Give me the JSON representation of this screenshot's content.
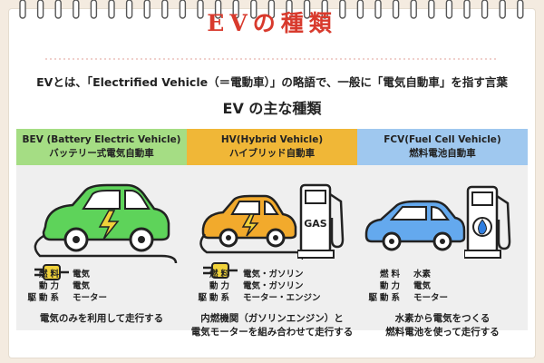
{
  "header": {
    "title": "EVの種類",
    "subtitle": "EVとは、「Electrified Vehicle（＝電動車）」の略語で、一般に「電気自動車」を指す言葉",
    "section_title": "EV の主な種類"
  },
  "columns": [
    {
      "name_en": "BEV (Battery Electric Vehicle)",
      "name_ja": "バッテリー式電気自動車",
      "head_color": "#a5dd84",
      "car_color": "#5ed35a",
      "specs": [
        {
          "label": "燃料",
          "value": "電気"
        },
        {
          "label": "動力",
          "value": "電気"
        },
        {
          "label": "駆動系",
          "value": "モーター"
        }
      ],
      "desc_line1": "電気のみを利用して走行する",
      "desc_line2": ""
    },
    {
      "name_en": "HV(Hybrid Vehicle)",
      "name_ja": "ハイブリッド自動車",
      "head_color": "#f0b737",
      "car_color": "#f2aa2c",
      "pump_label": "GAS",
      "specs": [
        {
          "label": "燃料",
          "value": "電気・ガソリン"
        },
        {
          "label": "動力",
          "value": "電気・ガソリン"
        },
        {
          "label": "駆動系",
          "value": "モーター・エンジン"
        }
      ],
      "desc_line1": "内燃機関（ガソリンエンジン）と",
      "desc_line2": "電気モーターを組み合わせて走行する"
    },
    {
      "name_en": "FCV(Fuel Cell Vehicle)",
      "name_ja": "燃料電池自動車",
      "head_color": "#9fc8ef",
      "car_color": "#64a9ee",
      "specs": [
        {
          "label": "燃料",
          "value": "水素"
        },
        {
          "label": "動力",
          "value": "電気"
        },
        {
          "label": "駆動系",
          "value": "モーター"
        }
      ],
      "desc_line1": "水素から電気をつくる",
      "desc_line2": "燃料電池を使って走行する"
    }
  ]
}
